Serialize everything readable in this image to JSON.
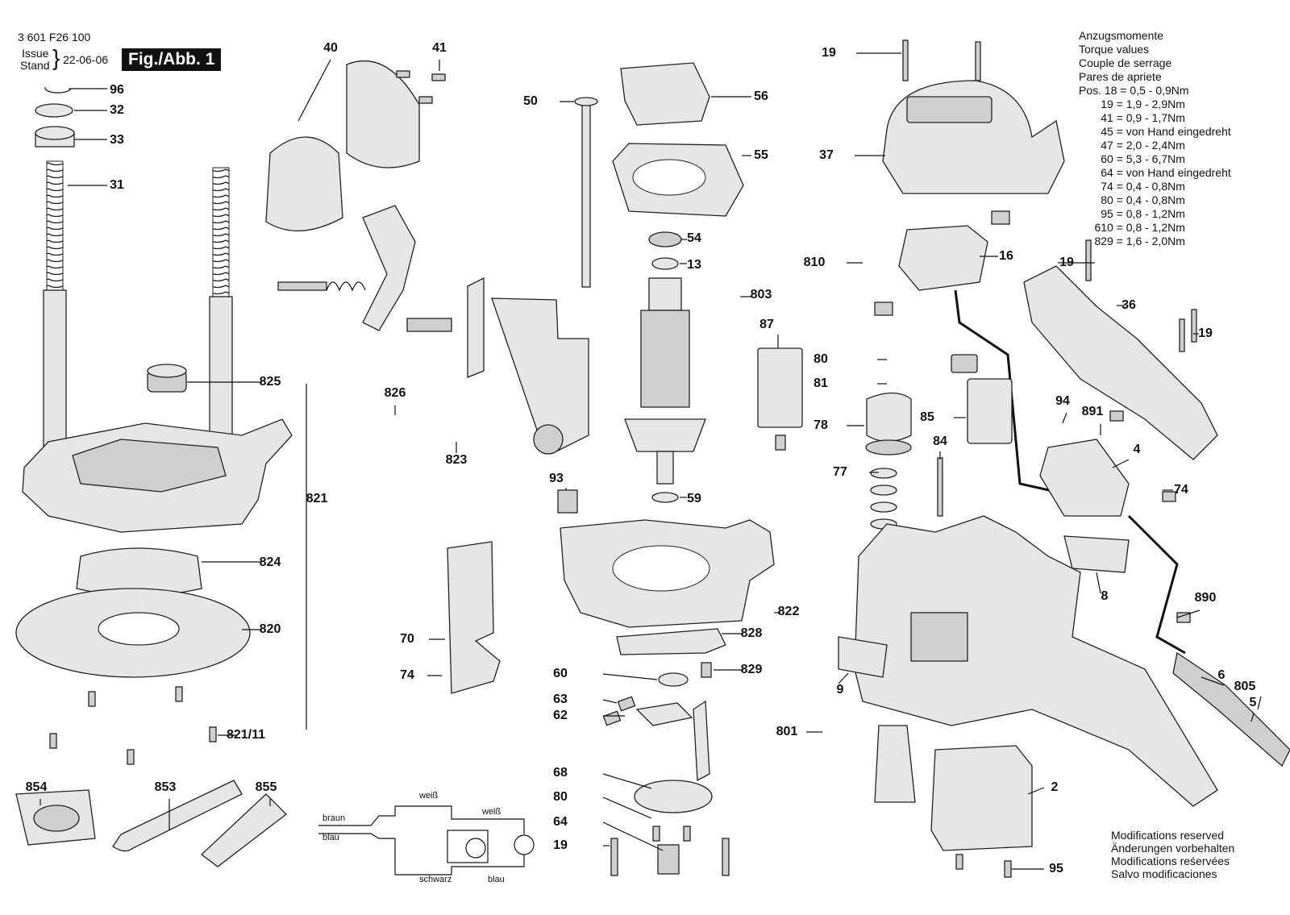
{
  "header": {
    "doc_number": "3 601 F26 100",
    "issue_label": "Issue",
    "stand_label": "Stand",
    "date": "22-06-06",
    "figure_label": "Fig./Abb. 1"
  },
  "torque": {
    "titles": [
      "Anzugsmomente",
      "Torque values",
      "Couple de serrage",
      "Pares de apriete"
    ],
    "rows": [
      "Pos. 18 = 0,5 - 0,9Nm",
      "       19 = 1,9 - 2,9Nm",
      "       41 = 0,9 - 1,7Nm",
      "       45 = von Hand eingedreht",
      "       47 = 2,0 - 2,4Nm",
      "       60 = 5,3 - 6,7Nm",
      "       64 = von Hand eingedreht",
      "       74 = 0,4 - 0,8Nm",
      "       80 = 0,4 - 0,8Nm",
      "       95 = 0,8 - 1,2Nm",
      "     610 = 0,8 - 1,2Nm",
      "     829 = 1,6 - 2,0Nm"
    ]
  },
  "modifications": [
    "Modifications reserved",
    "Änderungen vorbehalten",
    "Modifications reśervées",
    "Salvo modificaciones"
  ],
  "wiring": {
    "labels": [
      "weiß",
      "braun",
      "blau",
      "weiß",
      "schwarz",
      "blau"
    ]
  },
  "part_numbers": [
    "96",
    "32",
    "33",
    "31",
    "40",
    "41",
    "50",
    "56",
    "55",
    "54",
    "13",
    "803",
    "87",
    "59",
    "825",
    "826",
    "823",
    "821",
    "824",
    "820",
    "821/11",
    "93",
    "70",
    "74",
    "60",
    "63",
    "62",
    "68",
    "80",
    "64",
    "19",
    "822",
    "828",
    "829",
    "854",
    "853",
    "855",
    "19",
    "37",
    "810",
    "16",
    "19",
    "36",
    "19",
    "80",
    "81",
    "78",
    "85",
    "84",
    "94",
    "891",
    "4",
    "74",
    "77",
    "8",
    "890",
    "9",
    "6",
    "805",
    "5",
    "801",
    "2",
    "95"
  ]
}
